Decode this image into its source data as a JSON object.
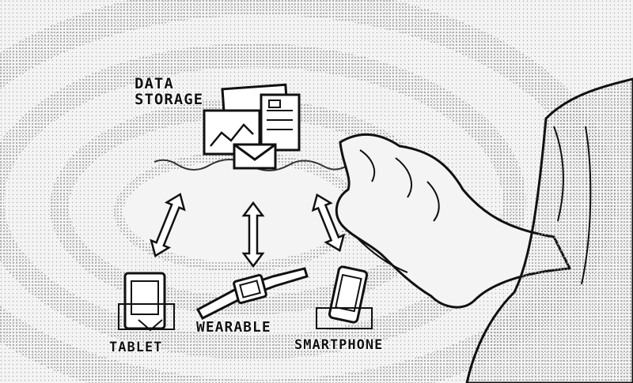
{
  "labels": {
    "data_storage_line1": "DATA",
    "data_storage_line2": "STORAGE",
    "tablet": "TABLET",
    "wearable": "WEARABLE",
    "smartphone": "SMARTPHONE"
  },
  "icons": [
    "document-stack-icon",
    "envelope-icon",
    "tablet-icon",
    "wearable-band-icon",
    "smartphone-icon",
    "double-arrow-icon",
    "hand-icon"
  ],
  "colors": {
    "ink": "#111111",
    "paper": "#f4f4f4",
    "stipple": "#9a9a9a"
  }
}
